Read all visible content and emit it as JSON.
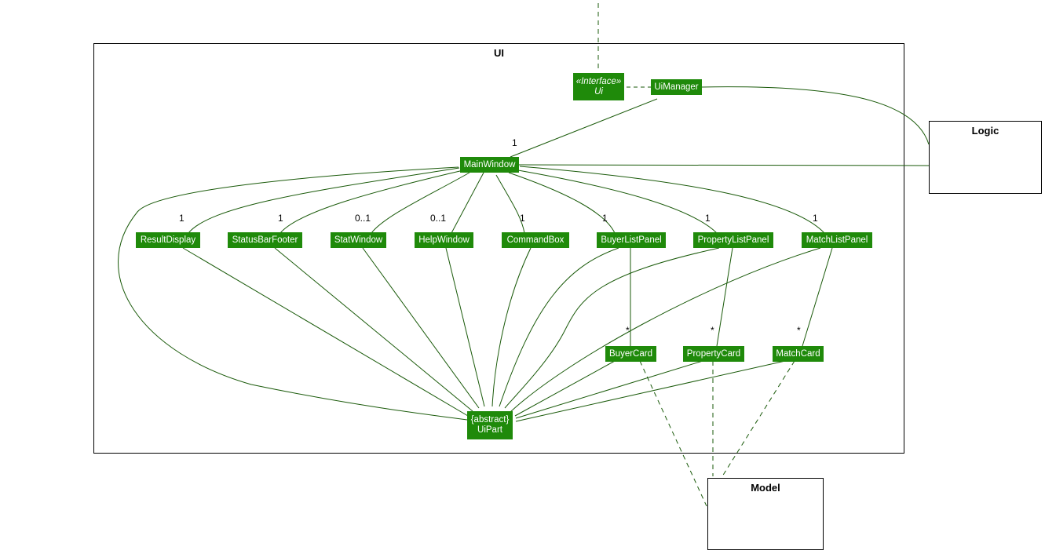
{
  "packages": {
    "ui": "UI",
    "logic": "Logic",
    "model": "Model"
  },
  "classes": {
    "ui_interface_stereo": "«Interface»",
    "ui_interface_name": "Ui",
    "ui_manager": "UiManager",
    "main_window": "MainWindow",
    "result_display": "ResultDisplay",
    "status_bar_footer": "StatusBarFooter",
    "stat_window": "StatWindow",
    "help_window": "HelpWindow",
    "command_box": "CommandBox",
    "buyer_list_panel": "BuyerListPanel",
    "property_list_panel": "PropertyListPanel",
    "match_list_panel": "MatchListPanel",
    "buyer_card": "BuyerCard",
    "property_card": "PropertyCard",
    "match_card": "MatchCard",
    "ui_part_stereo": "{abstract}",
    "ui_part_name": "UiPart"
  },
  "multiplicities": {
    "main_window": "1",
    "result_display": "1",
    "status_bar_footer": "1",
    "stat_window": "0..1",
    "help_window": "0..1",
    "command_box": "1",
    "buyer_list_panel": "1",
    "property_list_panel": "1",
    "match_list_panel": "1",
    "buyer_card": "*",
    "property_card": "*",
    "match_card": "*"
  },
  "colors": {
    "class_fill": "#1f8a0a",
    "class_text": "#ffffff",
    "line": "#1a5a0a"
  }
}
